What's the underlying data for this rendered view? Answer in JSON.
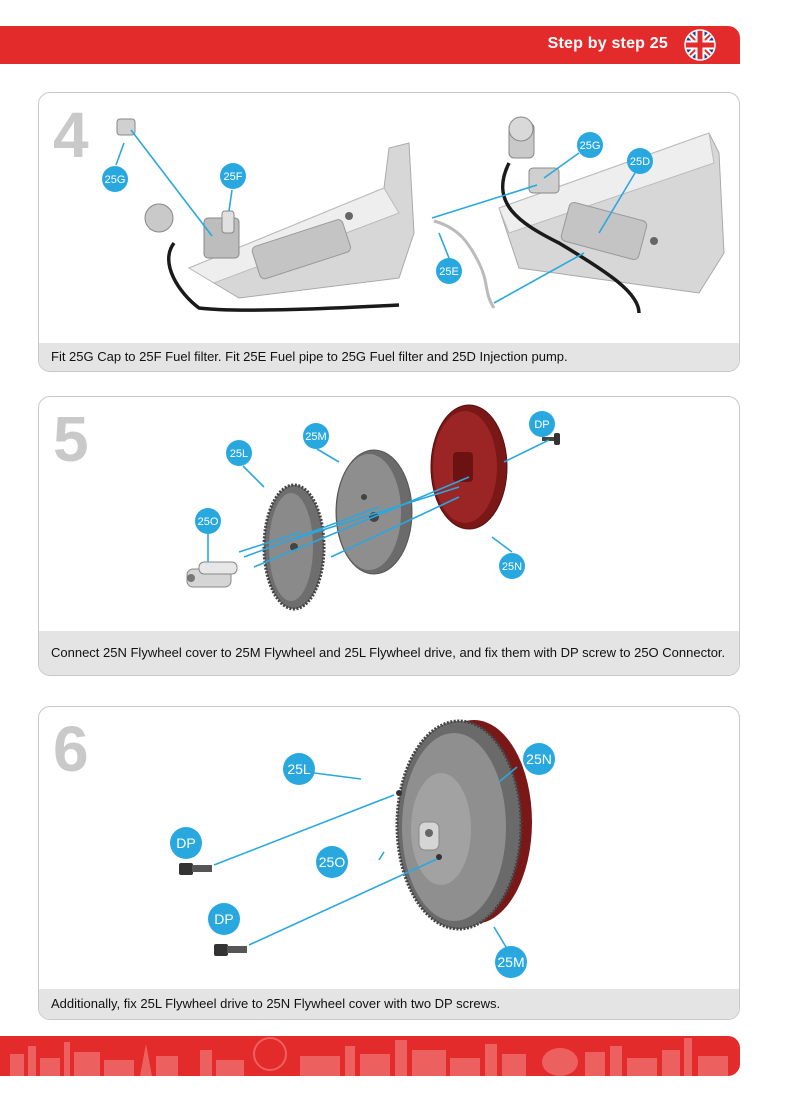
{
  "header": {
    "title": "Step by step 25",
    "flag_icon": "uk-flag-icon"
  },
  "colors": {
    "brand_red": "#e32b2b",
    "callout_blue": "#29a8e0",
    "caption_bg": "#e4e4e4"
  },
  "steps": [
    {
      "number": "4",
      "caption": "Fit 25G Cap to 25F Fuel filter. Fit 25E Fuel pipe to 25G Fuel filter and 25D Injection pump.",
      "labels": {
        "a": "25G",
        "b": "25F",
        "c": "25G",
        "d": "25D",
        "e": "25E"
      }
    },
    {
      "number": "5",
      "caption": "Connect 25N Flywheel cover to 25M Flywheel and 25L Flywheel drive, and fix them with DP screw to 25O Connector.",
      "labels": {
        "a": "25L",
        "b": "25M",
        "c": "DP",
        "d": "25O",
        "e": "25N"
      }
    },
    {
      "number": "6",
      "caption": "Additionally, fix 25L Flywheel drive to 25N Flywheel cover with two DP screws.",
      "labels": {
        "a": "25L",
        "b": "25N",
        "c": "DP",
        "d": "25O",
        "e": "DP",
        "f": "25M"
      }
    }
  ]
}
